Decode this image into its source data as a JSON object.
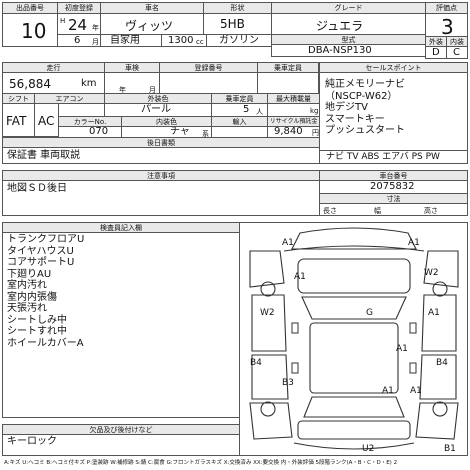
{
  "header": {
    "auction_no_label": "出品番号",
    "auction_no": "10",
    "first_reg_label": "初度登録",
    "era": "H",
    "year": "24",
    "year_unit": "年",
    "month": "6",
    "month_unit": "月",
    "car_name_label": "車名",
    "car_name": "ヴィッツ",
    "body_label": "形状",
    "body": "5HB",
    "usage": "自家用",
    "cc": "1300",
    "cc_unit": "cc",
    "fuel": "ガソリン",
    "grade_label": "グレード",
    "grade": "ジュエラ",
    "model_label": "型式",
    "model": "DBA-NSP130",
    "score_label": "評価点",
    "score": "3",
    "ext_label": "外装",
    "int_label": "内装",
    "ext_grade": "D",
    "int_grade": "C"
  },
  "specs": {
    "mileage_label": "走行",
    "mileage": "56,884",
    "mileage_unit": "km",
    "inspection_label": "車検",
    "inspection_year_unit": "年",
    "inspection_month_unit": "月",
    "reg_no_label": "登録番号",
    "capacity_label": "乗車定員",
    "capacity": "5",
    "capacity_unit": "人",
    "max_load_label": "最大積載量",
    "max_load_unit": "kg",
    "shift_label": "シフト",
    "shift": "FAT",
    "ac_label": "エアコン",
    "ac": "AC",
    "ext_color_label": "外装色",
    "ext_color": "パール",
    "color_no_label": "カラーNo.",
    "color_no": "070",
    "int_color_label": "内装色",
    "int_color": "チャ",
    "int_color_suffix": "系",
    "import_label": "輸入",
    "recycle_label": "リサイクル預託金",
    "recycle_fee": "9,840",
    "recycle_unit": "円",
    "docs_label": "後日書類",
    "docs": "保証書 車両取説",
    "opts": "ナビ TV ABS エアバ PS PW"
  },
  "sales_points": {
    "title": "セールスポイント",
    "items": [
      "純正メモリーナビ",
      "（NSCP-W62）",
      "地デジTV",
      "スマートキー",
      "プッシュスタート"
    ]
  },
  "notes": {
    "title": "注意事項",
    "text": "地図ＳＤ後日"
  },
  "chassis": {
    "title": "車台番号",
    "value": "2075832",
    "dims_label": "寸法",
    "length": "長さ",
    "width": "幅",
    "height": "高さ"
  },
  "inspector": {
    "title": "検査員記入欄",
    "items": [
      "トランクフロアU",
      "タイヤハウスU",
      "コアサポートU",
      "下廻りAU",
      "室内汚れ",
      "室内内張傷",
      "天張汚れ",
      "シートしみ中",
      "シートすれ中",
      "ホイールカバーA"
    ]
  },
  "missing": {
    "title": "欠品及び後付けなど",
    "text": "キーロック"
  },
  "diagram": {
    "marks": [
      "A1",
      "A1",
      "W2",
      "A1",
      "W2",
      "A1",
      "G",
      "A1",
      "B4",
      "B4",
      "B3",
      "A1",
      "A1",
      "U2",
      "B1"
    ]
  },
  "legend": "A:キズ U:ヘコミ B:ヘコミ付キズ P:塗装跡 W:補修跡 S:錆 C:腐食 G:フロントガラスキズ X:交換済み XX:要交換 内・外装評価 5段階ランク(A・B・C・D・E) 2"
}
